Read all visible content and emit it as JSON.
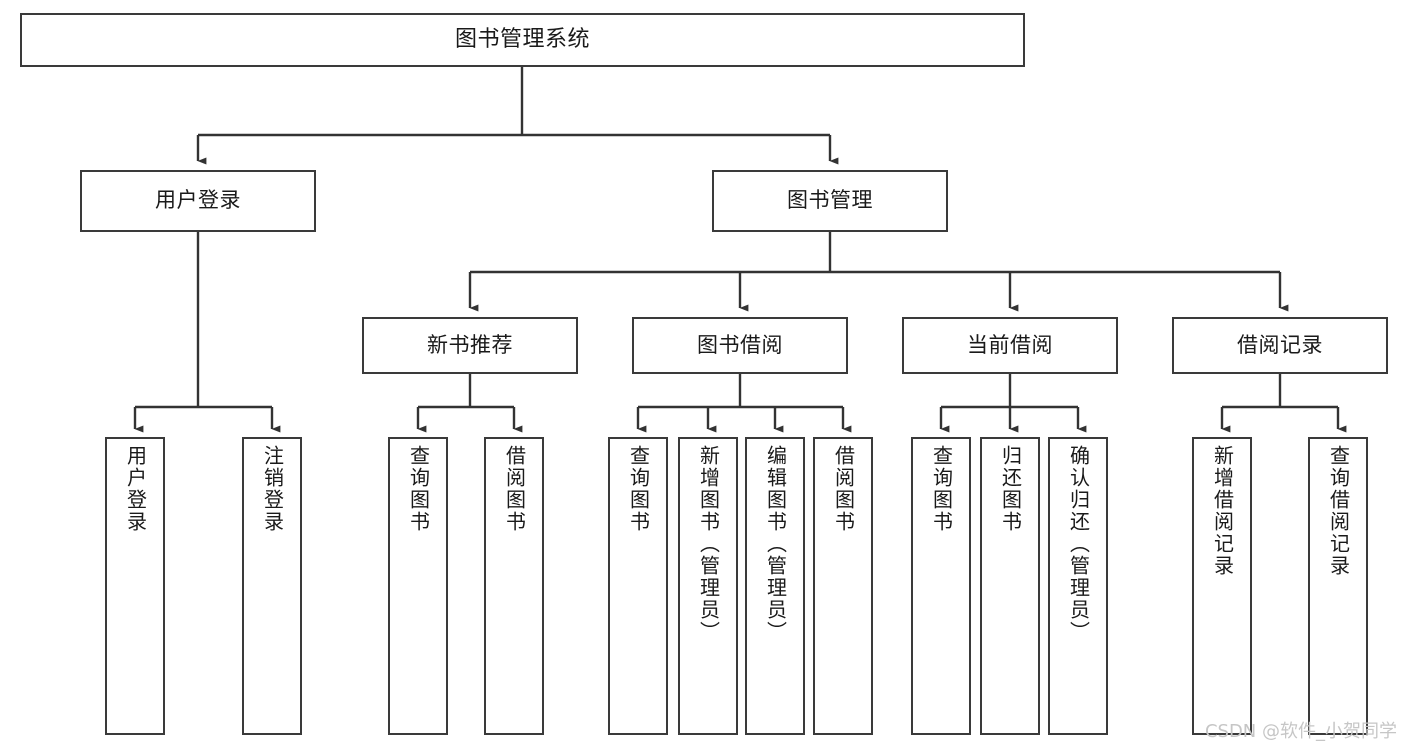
{
  "diagram": {
    "title": "图书管理系统",
    "type": "tree-hierarchy-diagram",
    "watermark": "CSDN @软件_小贺同学",
    "colors": {
      "box_border": "#3a3a3a",
      "box_fill": "#ffffff",
      "edge": "#333333",
      "text": "#1a1a1a",
      "watermark": "#c6c6c6",
      "background": "#ffffff"
    },
    "root": {
      "label": "图书管理系统"
    },
    "level2": [
      {
        "label": "用户登录"
      },
      {
        "label": "图书管理"
      }
    ],
    "level3": [
      {
        "label": "新书推荐"
      },
      {
        "label": "图书借阅"
      },
      {
        "label": "当前借阅"
      },
      {
        "label": "借阅记录"
      }
    ],
    "leaves": {
      "user_login": [
        {
          "label": "用户登录"
        },
        {
          "label": "注销登录"
        }
      ],
      "new_book_recommend": [
        {
          "label": "查询图书"
        },
        {
          "label": "借阅图书"
        }
      ],
      "book_borrow": [
        {
          "label": "查询图书"
        },
        {
          "label": "新增图书（管理员）"
        },
        {
          "label": "编辑图书（管理员）"
        },
        {
          "label": "借阅图书"
        }
      ],
      "current_borrow": [
        {
          "label": "查询图书"
        },
        {
          "label": "归还图书"
        },
        {
          "label": "确认归还（管理员）"
        }
      ],
      "borrow_record": [
        {
          "label": "新增借阅记录"
        },
        {
          "label": "查询借阅记录"
        }
      ]
    }
  }
}
